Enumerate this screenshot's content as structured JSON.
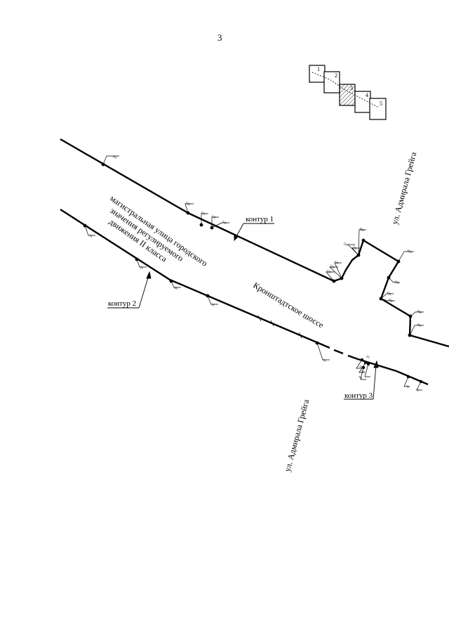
{
  "page": {
    "number": "3"
  },
  "key_map": {
    "sheets": [
      "1",
      "2",
      "3",
      "4",
      "5"
    ],
    "active_sheet": "3"
  },
  "contour_labels": {
    "c1": "контур 1",
    "c2": "контур 2",
    "c3": "контур 3"
  },
  "street_labels": {
    "main_road": [
      "магистральная улица городского",
      "значения регулируемого",
      "движения II класса"
    ],
    "shosse": "Кронштадтское шоссе",
    "greig_top": "ул. Адмирала Грейга",
    "greig_bottom": "ул. Адмирала Грейга"
  },
  "point_labels": {
    "u1": "301",
    "u2": "310",
    "u3": "311",
    "u4": "312",
    "u5": "313",
    "u6": "400",
    "u7": "320",
    "u8": "321",
    "u9": "322",
    "u10": "323",
    "u11": "325",
    "u12": "410",
    "u13": "422",
    "u14": "431",
    "u15": "432",
    "u16": "440",
    "u17": "441",
    "l1": "51",
    "l2": "52",
    "l3": "60",
    "l4": "61",
    "l5": "62",
    "b1": "65",
    "b2": "66",
    "b3": "67",
    "b4": "68",
    "b5": "70",
    "b6": "71"
  }
}
